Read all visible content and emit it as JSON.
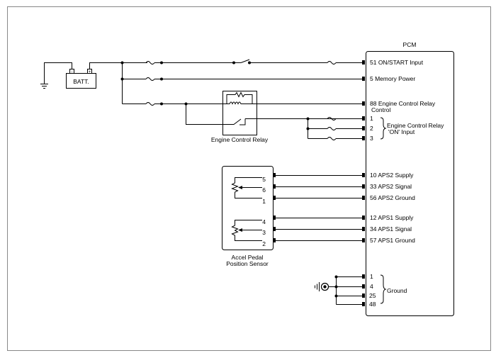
{
  "pcm": {
    "title": "PCM",
    "pins": {
      "on_start": "51 ON/START Input",
      "memory_power": "5 Memory Power",
      "ecr_control_l1": "88 Engine Control Relay",
      "ecr_control_l2": "Control",
      "ecr_on_1": "1",
      "ecr_on_2": "2",
      "ecr_on_3": "3",
      "ecr_on_group_l1": "Engine Control Relay",
      "ecr_on_group_l2": "'ON' Input",
      "aps2_supply": "10 APS2 Supply",
      "aps2_signal": "33 APS2 Signal",
      "aps2_ground": "56 APS2 Ground",
      "aps1_supply": "12 APS1 Supply",
      "aps1_signal": "34 APS1 Signal",
      "aps1_ground": "57 APS1 Ground",
      "gnd_1": "1",
      "gnd_4": "4",
      "gnd_25": "25",
      "gnd_48": "48",
      "ground_group": "Ground"
    }
  },
  "battery": {
    "label": "BATT.",
    "neg": "-",
    "pos": "+"
  },
  "relay": {
    "label": "Engine Control Relay"
  },
  "sensor": {
    "label_l1": "Accel Pedal",
    "label_l2": "Position Sensor",
    "pins": [
      "5",
      "6",
      "1",
      "4",
      "3",
      "2"
    ]
  }
}
